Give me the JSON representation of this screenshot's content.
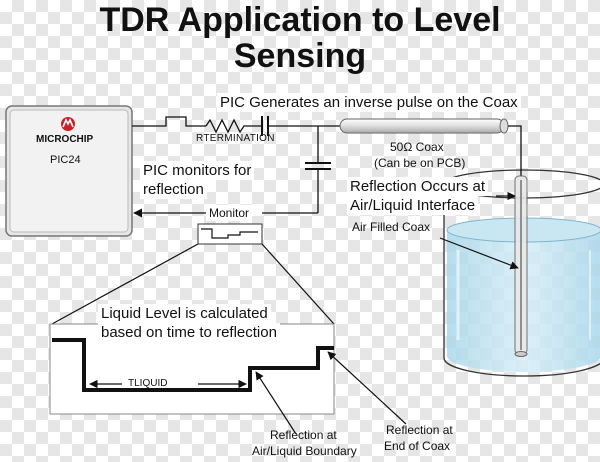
{
  "title": {
    "line1": "TDR Application to Level",
    "line2": "Sensing"
  },
  "chip": {
    "brand": "MICROCHIP",
    "model": "PIC24"
  },
  "labels": {
    "pic_generates": "PIC Generates an inverse pulse on the Coax",
    "r_termination": "RTERMINATION",
    "pic_monitors_1": "PIC monitors for",
    "pic_monitors_2": "reflection",
    "monitor": "Monitor",
    "coax_50": "50Ω Coax",
    "coax_pcb": "(Can be on PCB)",
    "reflection_occurs_1": "Reflection Occurs at",
    "reflection_occurs_2": "Air/Liquid Interface",
    "air_filled": "Air Filled Coax",
    "liquid_level_1": "Liquid Level is calculated",
    "liquid_level_2": "based on time to reflection",
    "t_liquid": "TLIQUID",
    "refl_boundary_1": "Reflection at",
    "refl_boundary_2": "Air/Liquid Boundary",
    "refl_end_1": "Reflection at",
    "refl_end_2": "End of Coax"
  },
  "colors": {
    "water": "#bfe3f0",
    "water_dark": "#9ccfe3",
    "chip_red": "#cc1f26",
    "chip_box": "#e8e8e8"
  }
}
